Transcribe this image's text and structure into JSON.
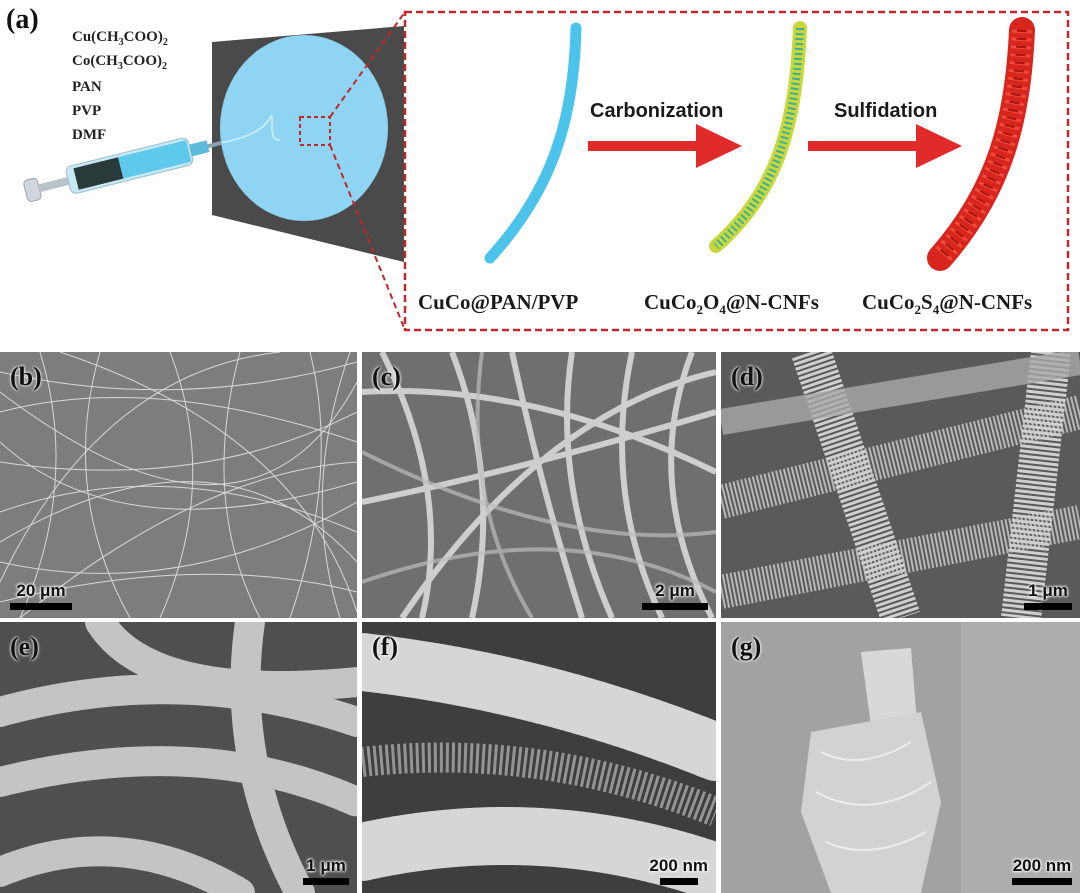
{
  "panel_a": {
    "label": "(a)",
    "reagents": [
      {
        "pre": "Cu(CH",
        "sub1": "3",
        "mid": "COO)",
        "sub2": "2"
      },
      {
        "pre": "Co(CH",
        "sub1": "3",
        "mid": "COO)",
        "sub2": "2"
      },
      {
        "pre": "PAN",
        "sub1": "",
        "mid": "",
        "sub2": ""
      },
      {
        "pre": "PVP",
        "sub1": "",
        "mid": "",
        "sub2": ""
      },
      {
        "pre": "DMF",
        "sub1": "",
        "mid": "",
        "sub2": ""
      }
    ],
    "step1": "Carbonization",
    "step2": "Sulfidation",
    "fiber1": "CuCo@PAN/PVP",
    "fiber2": {
      "a": "CuCo",
      "s1": "2",
      "b": "O",
      "s2": "4",
      "c": "@N-CNFs"
    },
    "fiber3": {
      "a": "CuCo",
      "s1": "2",
      "b": "S",
      "s2": "4",
      "c": "@N-CNFs"
    },
    "colors": {
      "arrow": "#e12a2a",
      "fiber_blue": "#4cc3ea",
      "fiber_red": "#d8261f",
      "dashed_frame": "#c0282b",
      "collector": "#4a4a4a",
      "disk": "#8fd4f2"
    }
  },
  "panels": [
    {
      "id": "b",
      "label": "(b)",
      "scale": "20 μm"
    },
    {
      "id": "c",
      "label": "(c)",
      "scale": "2 μm"
    },
    {
      "id": "d",
      "label": "(d)",
      "scale": "1 μm"
    },
    {
      "id": "e",
      "label": "(e)",
      "scale": "1 μm"
    },
    {
      "id": "f",
      "label": "(f)",
      "scale": "200 nm"
    },
    {
      "id": "g",
      "label": "(g)",
      "scale": "200 nm"
    }
  ]
}
